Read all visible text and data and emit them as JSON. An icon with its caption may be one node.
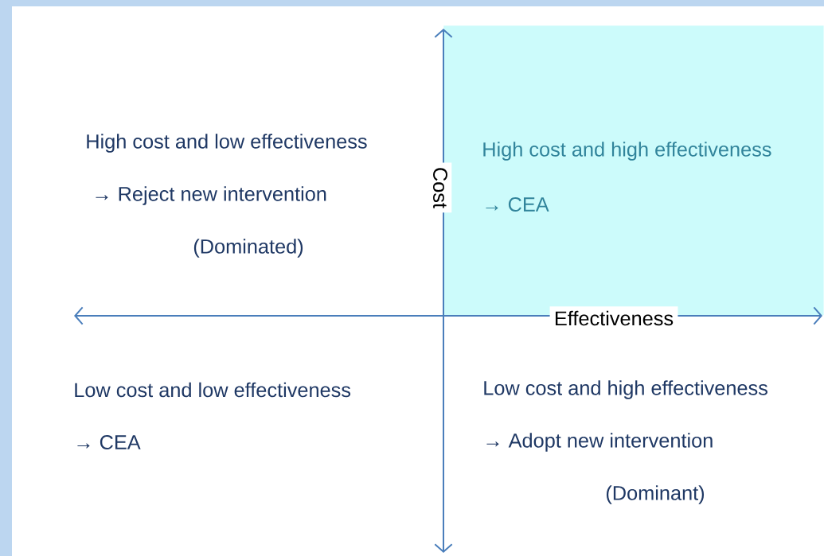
{
  "diagram": {
    "nodes": [
      {
        "text": [
          "High cost and high effectiveness",
          "→ CEA"
        ]
      }
    ],
    "labels": [
      "High cost and low effectiveness",
      "→ Reject new intervention",
      "(Dominated)",
      "Cost",
      "Effectiveness",
      "Low cost and low effectiveness",
      "→ CEA",
      "Low cost and high effectiveness",
      "→ Adopt new intervention",
      "(Dominant)"
    ]
  }
}
